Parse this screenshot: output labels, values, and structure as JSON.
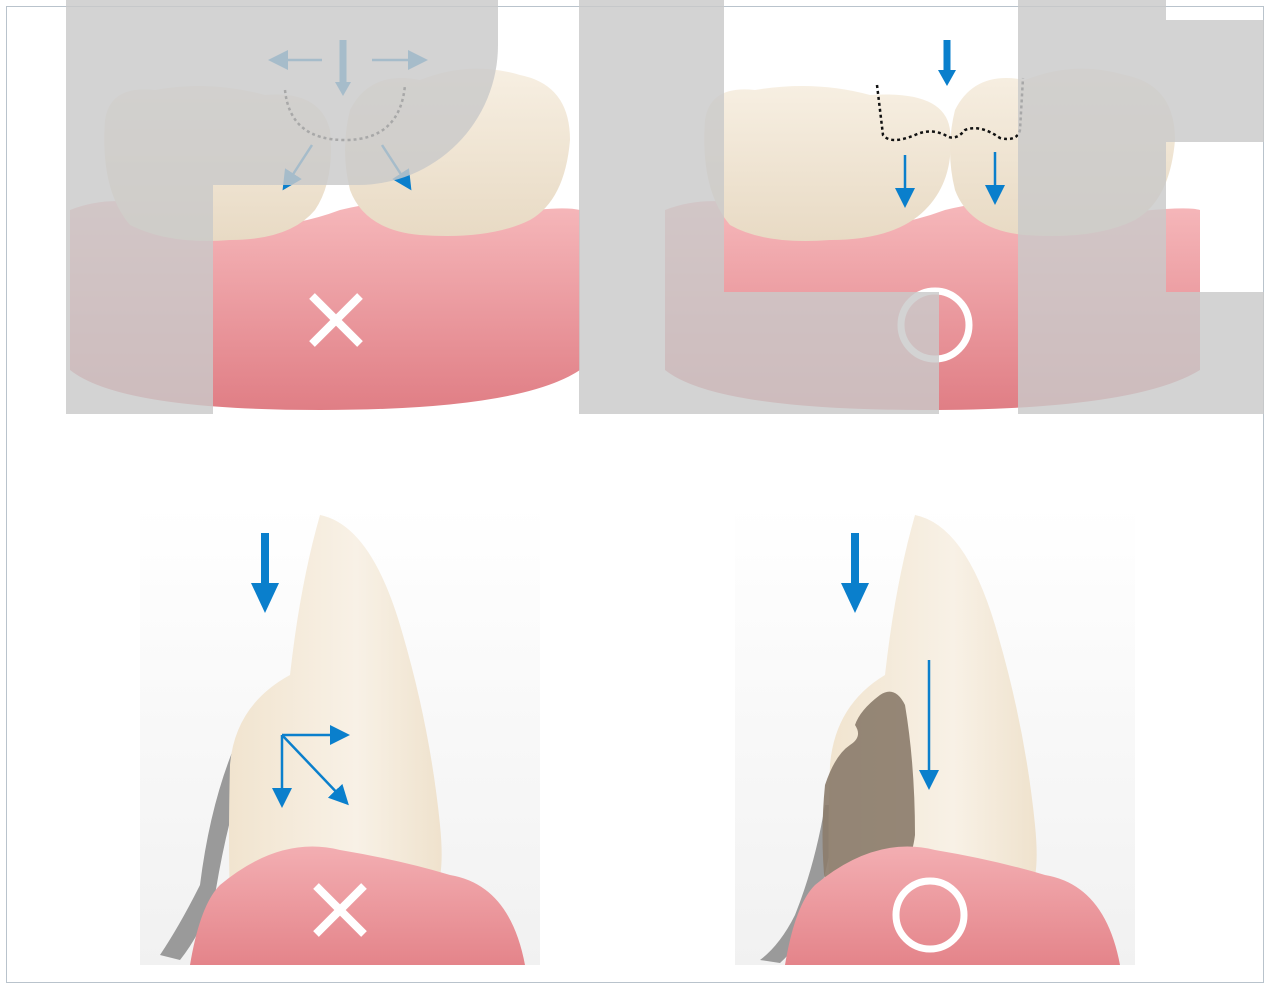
{
  "colors": {
    "arrow": "#0a7fcc",
    "gum": "#e9858b",
    "gum_light": "#f4aeb1",
    "tooth": "#f3e9d8",
    "tooth_shade": "#e4d4bc",
    "clasp": "#9a9a9a",
    "prosthesis": "#8c7d6c",
    "watermark": "#c9c9c9",
    "mark": "#ffffff"
  },
  "panels": [
    {
      "id": "posterior-incorrect",
      "symbol": "×",
      "symbol_icon": "cross-mark-icon",
      "verdict": "incorrect"
    },
    {
      "id": "posterior-correct",
      "symbol": "○",
      "symbol_icon": "circle-mark-icon",
      "verdict": "correct"
    },
    {
      "id": "anterior-incorrect",
      "symbol": "×",
      "symbol_icon": "cross-mark-icon",
      "verdict": "incorrect"
    },
    {
      "id": "anterior-correct",
      "symbol": "○",
      "symbol_icon": "circle-mark-icon",
      "verdict": "correct"
    }
  ]
}
